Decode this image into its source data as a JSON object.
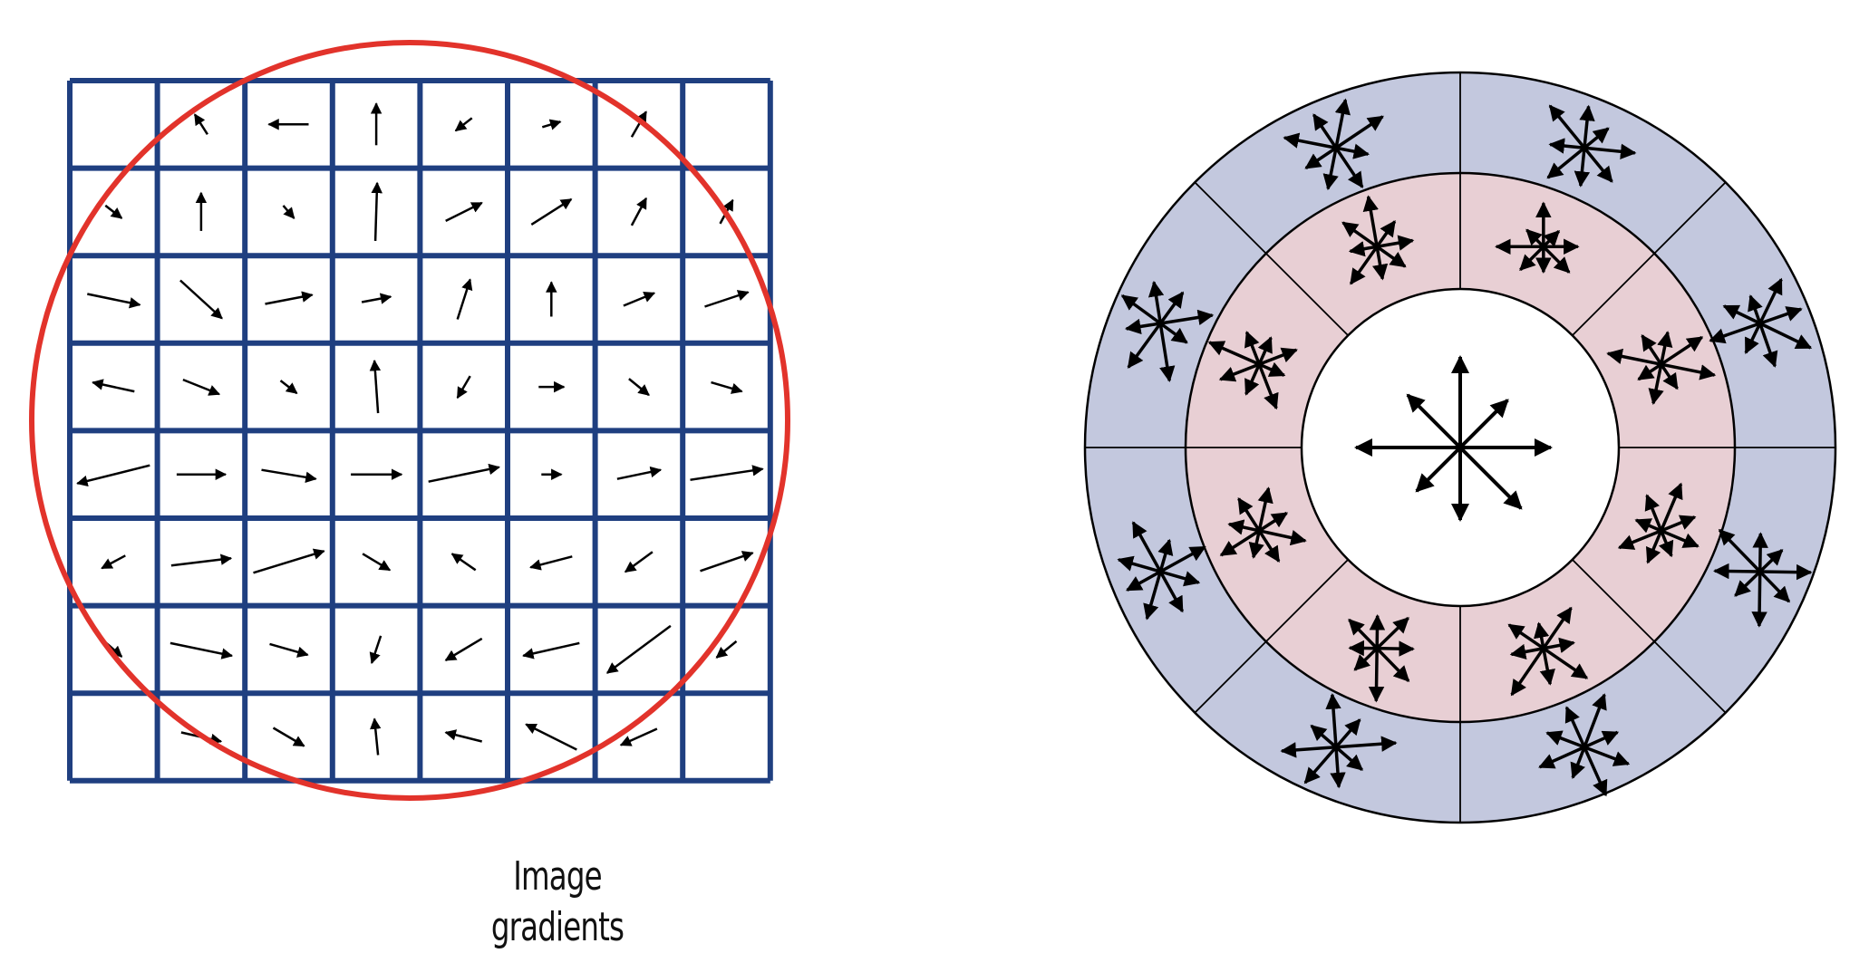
{
  "caption": "Image gradients",
  "colors": {
    "grid_line": "#1f3f80",
    "circle": "#e2332b",
    "outer_ring_fill": "#c3c8de",
    "middle_ring_fill": "#e8cfd4",
    "center_fill": "#ffffff",
    "arrow": "#000000"
  },
  "icons": [
    "gradient-arrow",
    "orientation-histogram-star"
  ]
}
